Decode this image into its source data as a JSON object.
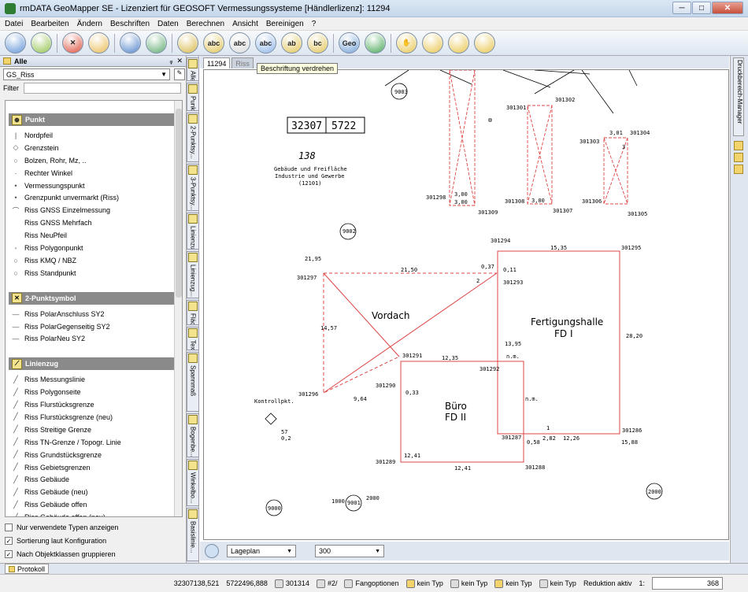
{
  "window": {
    "title": "rmDATA GeoMapper SE - Lizenziert für GEOSOFT Vermessungssysteme [Händlerlizenz]: 11294",
    "min": "─",
    "max": "□",
    "close": "✕"
  },
  "menu": [
    "Datei",
    "Bearbeiten",
    "Ändern",
    "Beschriften",
    "Daten",
    "Berechnen",
    "Ansicht",
    "Bereinigen",
    "?"
  ],
  "toolbar": {
    "buttons": [
      {
        "name": "new-button",
        "glyph": "",
        "color": "#5b8fd6"
      },
      {
        "name": "open-button",
        "glyph": "",
        "color": "#8fc046"
      },
      {
        "name": "cancel-button",
        "glyph": "✕",
        "color": "#d9452f"
      },
      {
        "name": "edit-button",
        "glyph": "",
        "color": "#e9b84b"
      },
      {
        "name": "save-button",
        "glyph": "",
        "color": "#4a7fc7"
      },
      {
        "name": "undo-button",
        "glyph": "",
        "color": "#58a86a"
      },
      {
        "name": "redo-button",
        "glyph": "",
        "color": "#d7b642"
      },
      {
        "name": "label-add-button",
        "glyph": "abc",
        "color": "#e0c24f"
      },
      {
        "name": "label-edit-button",
        "glyph": "abc",
        "color": "#d9d9d9"
      },
      {
        "name": "label-rotate-button",
        "glyph": "abc",
        "color": "#8bb4e8"
      },
      {
        "name": "label-move-button",
        "glyph": "ab",
        "color": "#e0c24f"
      },
      {
        "name": "label-delete-button",
        "glyph": "bc",
        "color": "#e0c24f"
      },
      {
        "name": "geo-button",
        "glyph": "Geo",
        "color": "#6e9ed6"
      },
      {
        "name": "map-button",
        "glyph": "",
        "color": "#3ea34c"
      },
      {
        "name": "pan-button",
        "glyph": "✋",
        "color": "#e8c447"
      },
      {
        "name": "zoom-in-button",
        "glyph": "",
        "color": "#e8c447"
      },
      {
        "name": "zoom-window-button",
        "glyph": "",
        "color": "#e8c447"
      },
      {
        "name": "zoom-all-button",
        "glyph": "",
        "color": "#e8c447"
      }
    ],
    "tooltip": "Beschriftung verdrehen"
  },
  "left_panel": {
    "header": "Alle",
    "pin": "ᵩ",
    "close": "✕",
    "selector": "GS_Riss",
    "filter_label": "Filter",
    "groups": [
      {
        "title": "Punkt",
        "icon": "⊕",
        "items": [
          {
            "label": "Nordpfeil",
            "icon": "|"
          },
          {
            "label": "Grenzstein",
            "icon": "◇"
          },
          {
            "label": "Bolzen, Rohr, Mz, ..",
            "icon": "○"
          },
          {
            "label": "Rechter Winkel",
            "icon": "·"
          },
          {
            "label": "Vermessungspunkt",
            "icon": "•"
          },
          {
            "label": "Grenzpunkt unvermarkt (Riss)",
            "icon": "•"
          },
          {
            "label": "Riss GNSS Einzelmessung",
            "icon": "⌒"
          },
          {
            "label": "Riss GNSS Mehrfach",
            "icon": ""
          },
          {
            "label": "Riss NeuPfeil",
            "icon": ""
          },
          {
            "label": "Riss Polygonpunkt",
            "icon": "◦"
          },
          {
            "label": "Riss KMQ / NBZ",
            "icon": "○"
          },
          {
            "label": "Riss Standpunkt",
            "icon": "○"
          }
        ]
      },
      {
        "title": "2-Punktsymbol",
        "icon": "✕",
        "items": [
          {
            "label": "Riss PolarAnschluss SY2",
            "icon": "—"
          },
          {
            "label": "Riss PolarGegenseitig SY2",
            "icon": "—"
          },
          {
            "label": "Riss PolarNeu SY2",
            "icon": "—"
          }
        ]
      },
      {
        "title": "Linienzug",
        "icon": "⟋",
        "items": [
          {
            "label": "Riss Messungslinie",
            "icon": "╱"
          },
          {
            "label": "Riss Polygonseite",
            "icon": "╱"
          },
          {
            "label": "Riss Flurstücksgrenze",
            "icon": "╱"
          },
          {
            "label": "Riss Flurstücksgrenze (neu)",
            "icon": "╱"
          },
          {
            "label": "Riss Streitige Grenze",
            "icon": "╱"
          },
          {
            "label": "Riss TN-Grenze / Topogr. Linie",
            "icon": "╱"
          },
          {
            "label": "Riss Grundstücksgrenze",
            "icon": "╱"
          },
          {
            "label": "Riss Gebietsgrenzen",
            "icon": "╱"
          },
          {
            "label": "Riss Gebäude",
            "icon": "╱"
          },
          {
            "label": "Riss Gebäude (neu)",
            "icon": "╱"
          },
          {
            "label": "Riss Gebäude offen",
            "icon": "╱"
          },
          {
            "label": "Riss Gebäude offen (neu)",
            "icon": "╱"
          }
        ]
      }
    ],
    "checks": [
      {
        "label": "Nur verwendete Typen anzeigen",
        "checked": false
      },
      {
        "label": "Sortierung laut Konfiguration",
        "checked": true
      },
      {
        "label": "Nach Objektklassen gruppieren",
        "checked": true
      }
    ],
    "check_mark": "✓"
  },
  "vertical_tabs": [
    "Alle",
    "Punkt",
    "2-Punktsy...",
    "3-Punktsy...",
    "Linienzug",
    "Linienzug...",
    "Fläche",
    "Text",
    "Spannmaß",
    "Bogenbe...",
    "Winkelbo...",
    "Basislinie..."
  ],
  "doc_tabs": [
    {
      "label": "11294"
    },
    {
      "label": "Riss"
    }
  ],
  "drawing": {
    "texts": {
      "block_a": "32307",
      "block_b": "5722",
      "parcel_no": "138",
      "parcel_desc1": "Gebäude und Freifläche",
      "parcel_desc2": "Industrie und Gewerbe",
      "parcel_desc3": "(12101)",
      "vordach": "Vordach",
      "halle1": "Fertigungshalle",
      "halle2": "FD I",
      "buero1": "Büro",
      "buero2": "FD II",
      "kontroll": "Kontrollpkt.",
      "p301297": "301297",
      "p301296": "301296",
      "p301294": "301294",
      "p301295": "301295",
      "p301293": "301293",
      "p301291": "301291",
      "p301292": "301292",
      "p301290": "301290",
      "p301289": "301289",
      "p301288": "301288",
      "p301287": "301287",
      "p301286": "301286",
      "p301298": "301298",
      "p301309": "301309",
      "p301301": "301301",
      "p301302": "301302",
      "p301308": "301308",
      "p301307": "301307",
      "p301303": "301303",
      "p301304": "301304",
      "p301306": "301306",
      "p301305": "301305",
      "p9003": "9003",
      "p9002": "9002",
      "p9001": "9001",
      "p9000": "9000",
      "p2000": "2000",
      "d2150": "21,50",
      "d1535": "15,35",
      "d1235": "12,35",
      "d2820": "28,20",
      "d1457": "14,57",
      "d1395": "13,95",
      "d1241a": "12,41",
      "d1241b": "12,41",
      "d1226": "12,26",
      "d1588": "15,88",
      "d964": "9,64",
      "d1995": "21,95",
      "d037": "0,37",
      "d300a": "3,00",
      "d300b": "3,00",
      "d300c": "3,00",
      "d300d": "3,01",
      "d033": "0,33",
      "d282": "2,82",
      "d058": "0,58",
      "d011": "0,11",
      "nm1": "n.m.",
      "nm2": "n.m.",
      "two": "2",
      "one": "1",
      "three": "3",
      "d1000": "1000",
      "d2000": "2000",
      "d02": "0,2",
      "d57": "57"
    }
  },
  "bottom": {
    "layer": "Lageplan",
    "scale": "300"
  },
  "right_strip": {
    "tab": "Druckbereich-Manager"
  },
  "protocol_tab": "Protokoll",
  "status": {
    "x": "32307138,521",
    "y": "5722496,888",
    "point": "301314",
    "layer": "#2/",
    "snap": "Fangoptionen",
    "t1": "kein Typ",
    "t2": "kein Typ",
    "t3": "kein Typ",
    "t4": "kein Typ",
    "reduction": "Reduktion aktiv",
    "ratio": "1:",
    "zoom": "368"
  }
}
